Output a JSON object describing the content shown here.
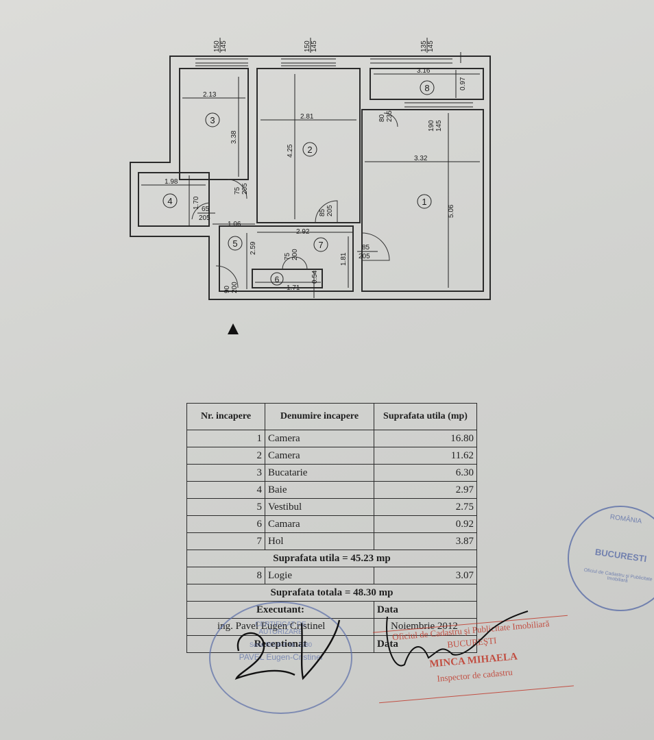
{
  "plan": {
    "rooms": [
      "1",
      "2",
      "3",
      "4",
      "5",
      "6",
      "7",
      "8"
    ],
    "dims": {
      "top1": [
        "150",
        "145"
      ],
      "top2": [
        "150",
        "145"
      ],
      "top3": [
        "135",
        "145"
      ],
      "w316": "3.16",
      "h097": "0.97",
      "w213": "2.13",
      "h338": "3.38",
      "w281": "2.81",
      "h425": "4.25",
      "d80": [
        "80",
        "235"
      ],
      "d190": [
        "190",
        "145"
      ],
      "w332": "3.32",
      "h506": "5.06",
      "w198": "1.98",
      "h170": "1.70",
      "d75a": [
        "75",
        "205"
      ],
      "d65": [
        "65",
        "205"
      ],
      "w106": "1.06",
      "w292": "2.92",
      "d85a": [
        "85",
        "205"
      ],
      "d85b": [
        "85",
        "205"
      ],
      "h259": "2.59",
      "d75b": [
        "75",
        "200"
      ],
      "h181": "1.81",
      "d90": [
        "90",
        "200"
      ],
      "w171": "1.71",
      "h054": "0.54"
    }
  },
  "table": {
    "headers": [
      "Nr. incapere",
      "Denumire incapere",
      "Suprafata utila (mp)"
    ],
    "rows": [
      {
        "nr": "1",
        "name": "Camera",
        "area": "16.80"
      },
      {
        "nr": "2",
        "name": "Camera",
        "area": "11.62"
      },
      {
        "nr": "3",
        "name": "Bucatarie",
        "area": "6.30"
      },
      {
        "nr": "4",
        "name": "Baie",
        "area": "2.97"
      },
      {
        "nr": "5",
        "name": "Vestibul",
        "area": "2.75"
      },
      {
        "nr": "6",
        "name": "Camara",
        "area": "0.92"
      },
      {
        "nr": "7",
        "name": "Hol",
        "area": "3.87"
      }
    ],
    "useful_total": "Suprafata utila = 45.23 mp",
    "extra_row": {
      "nr": "8",
      "name": "Logie",
      "area": "3.07"
    },
    "grand_total": "Suprafata totala = 48.30 mp",
    "executant_label": "Executant:",
    "data_label": "Data",
    "executant_name": "ing. Pavel Eugen Cristinel",
    "executant_date": "Noiembrie 2012",
    "receptionat_label": "Receptionat",
    "data_label_2": "Data"
  },
  "stamps": {
    "romania": "ROMÂNIA",
    "bucuresti": "BUCURESTI",
    "agency_ring": "Oficiul de Cadastru şi Publicitate Imobiliară",
    "red_line1": "Oficiul de Cadastru şi Publicitate Imobiliară",
    "red_line2": "BUCUREŞTI",
    "red_line3": "MINCA MIHAELA",
    "red_line4": "Inspector de cadastru",
    "blue_cert": "CERTIFICAT DE AUTORIZARE",
    "blue_serie": "Seria RO-B-F Nr. 1280",
    "blue_name": "PAVEL Eugen-Cristinel"
  },
  "colors": {
    "paper": "#d4d5d2",
    "ink": "#1f1f1f",
    "stamp_blue": "#5b6ea8",
    "stamp_red": "#c0392b"
  }
}
